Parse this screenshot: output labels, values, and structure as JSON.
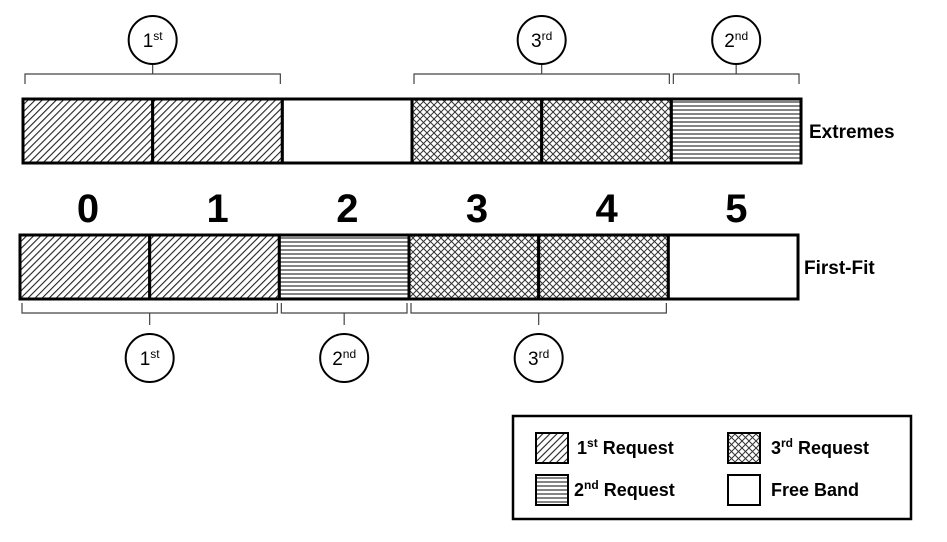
{
  "rows": [
    {
      "label": "Extremes",
      "bands": [
        "1st",
        "1st",
        "free",
        "3rd",
        "3rd",
        "2nd"
      ],
      "braces": [
        {
          "from": 0,
          "to": 1,
          "num": "1",
          "sup": "st"
        },
        {
          "from": 3,
          "to": 4,
          "num": "3",
          "sup": "rd"
        },
        {
          "from": 5,
          "to": 5,
          "num": "2",
          "sup": "nd"
        }
      ]
    },
    {
      "label": "First-Fit",
      "bands": [
        "1st",
        "1st",
        "2nd",
        "3rd",
        "3rd",
        "free"
      ],
      "braces": [
        {
          "from": 0,
          "to": 1,
          "num": "1",
          "sup": "st"
        },
        {
          "from": 2,
          "to": 2,
          "num": "2",
          "sup": "nd"
        },
        {
          "from": 3,
          "to": 4,
          "num": "3",
          "sup": "rd"
        }
      ]
    }
  ],
  "band_numbers": [
    "0",
    "1",
    "2",
    "3",
    "4",
    "5"
  ],
  "legend": {
    "items": [
      {
        "key": "1st",
        "num": "1",
        "sup": "st",
        "text": " Request"
      },
      {
        "key": "3rd",
        "num": "3",
        "sup": "rd",
        "text": " Request"
      },
      {
        "key": "2nd",
        "num": "2",
        "sup": "nd",
        "text": " Request"
      },
      {
        "key": "free",
        "num": "",
        "sup": "",
        "text": "Free Band"
      }
    ]
  },
  "patterns": {
    "1st": "diagonal-hatch",
    "2nd": "horizontal-lines",
    "3rd": "crosshatch",
    "free": "none"
  },
  "colors": {
    "stroke": "#000000",
    "background": "#ffffff"
  }
}
